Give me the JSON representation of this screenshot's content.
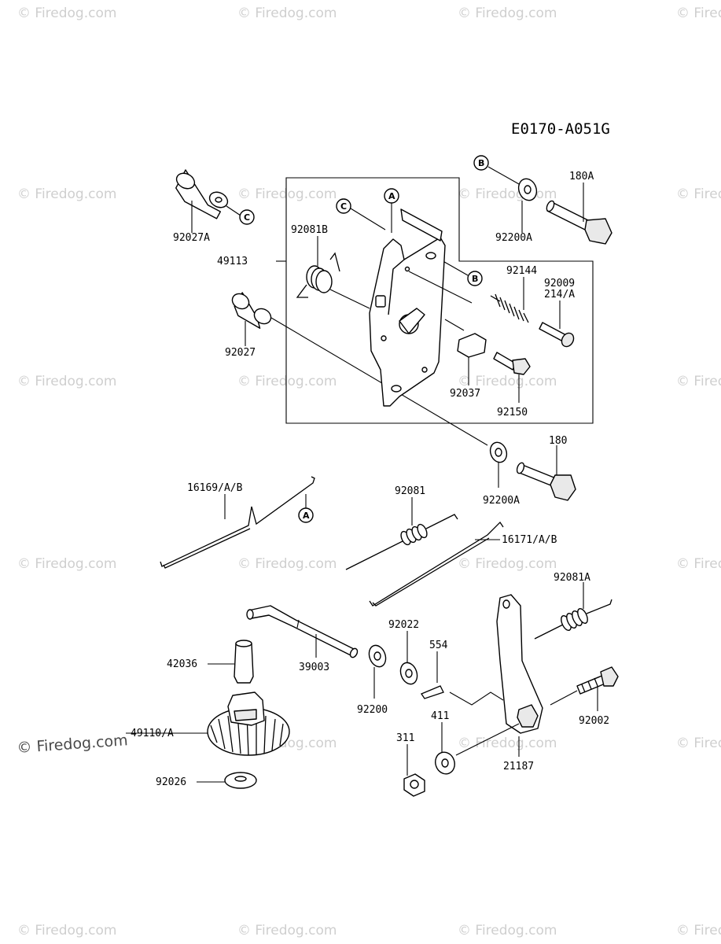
{
  "diagram": {
    "code": "E0170-A051G",
    "watermark": "© Firedog.com",
    "watermark_main": "© Firedog.com",
    "labels": {
      "p92027A": "92027A",
      "p49113": "49113",
      "p92081B": "92081B",
      "p92027": "92027",
      "p92200A_top": "92200A",
      "p180A": "180A",
      "p92144": "92144",
      "p92009": "92009",
      "p214A": "214/A",
      "p92037": "92037",
      "p92150": "92150",
      "p180": "180",
      "p92200A": "92200A",
      "p16169": "16169/A/B",
      "p92081": "92081",
      "p16171": "16171/A/B",
      "p92081A": "92081A",
      "p42036": "42036",
      "p39003": "39003",
      "p92022": "92022",
      "p554": "554",
      "p92200": "92200",
      "p411": "411",
      "p311": "311",
      "p21187": "21187",
      "p92002": "92002",
      "p49110": "49110/A",
      "p92026": "92026"
    },
    "refs": {
      "A": "A",
      "B": "B",
      "C": "C"
    }
  }
}
